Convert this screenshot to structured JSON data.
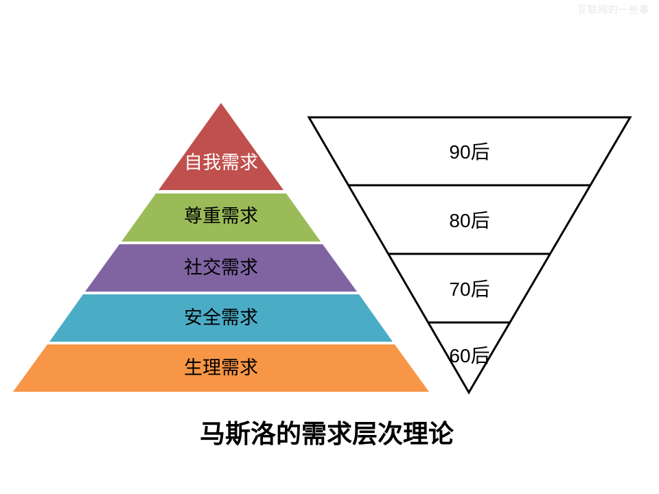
{
  "watermark": {
    "text": "互联网的一些事"
  },
  "title": "马斯洛的需求层次理论",
  "pyramid": {
    "levels": [
      {
        "label": "自我需求",
        "color": "#C0504D",
        "text_color": "#FFFFFF"
      },
      {
        "label": "尊重需求",
        "color": "#9BBB59",
        "text_color": "#000000"
      },
      {
        "label": "社交需求",
        "color": "#8064A2",
        "text_color": "#000000"
      },
      {
        "label": "安全需求",
        "color": "#4BACC6",
        "text_color": "#000000"
      },
      {
        "label": "生理需求",
        "color": "#F79646",
        "text_color": "#000000"
      }
    ]
  },
  "funnel": {
    "outline_color": "#000000",
    "segments": [
      {
        "label": "90后"
      },
      {
        "label": "80后"
      },
      {
        "label": "70后"
      },
      {
        "label": "60后"
      }
    ]
  }
}
